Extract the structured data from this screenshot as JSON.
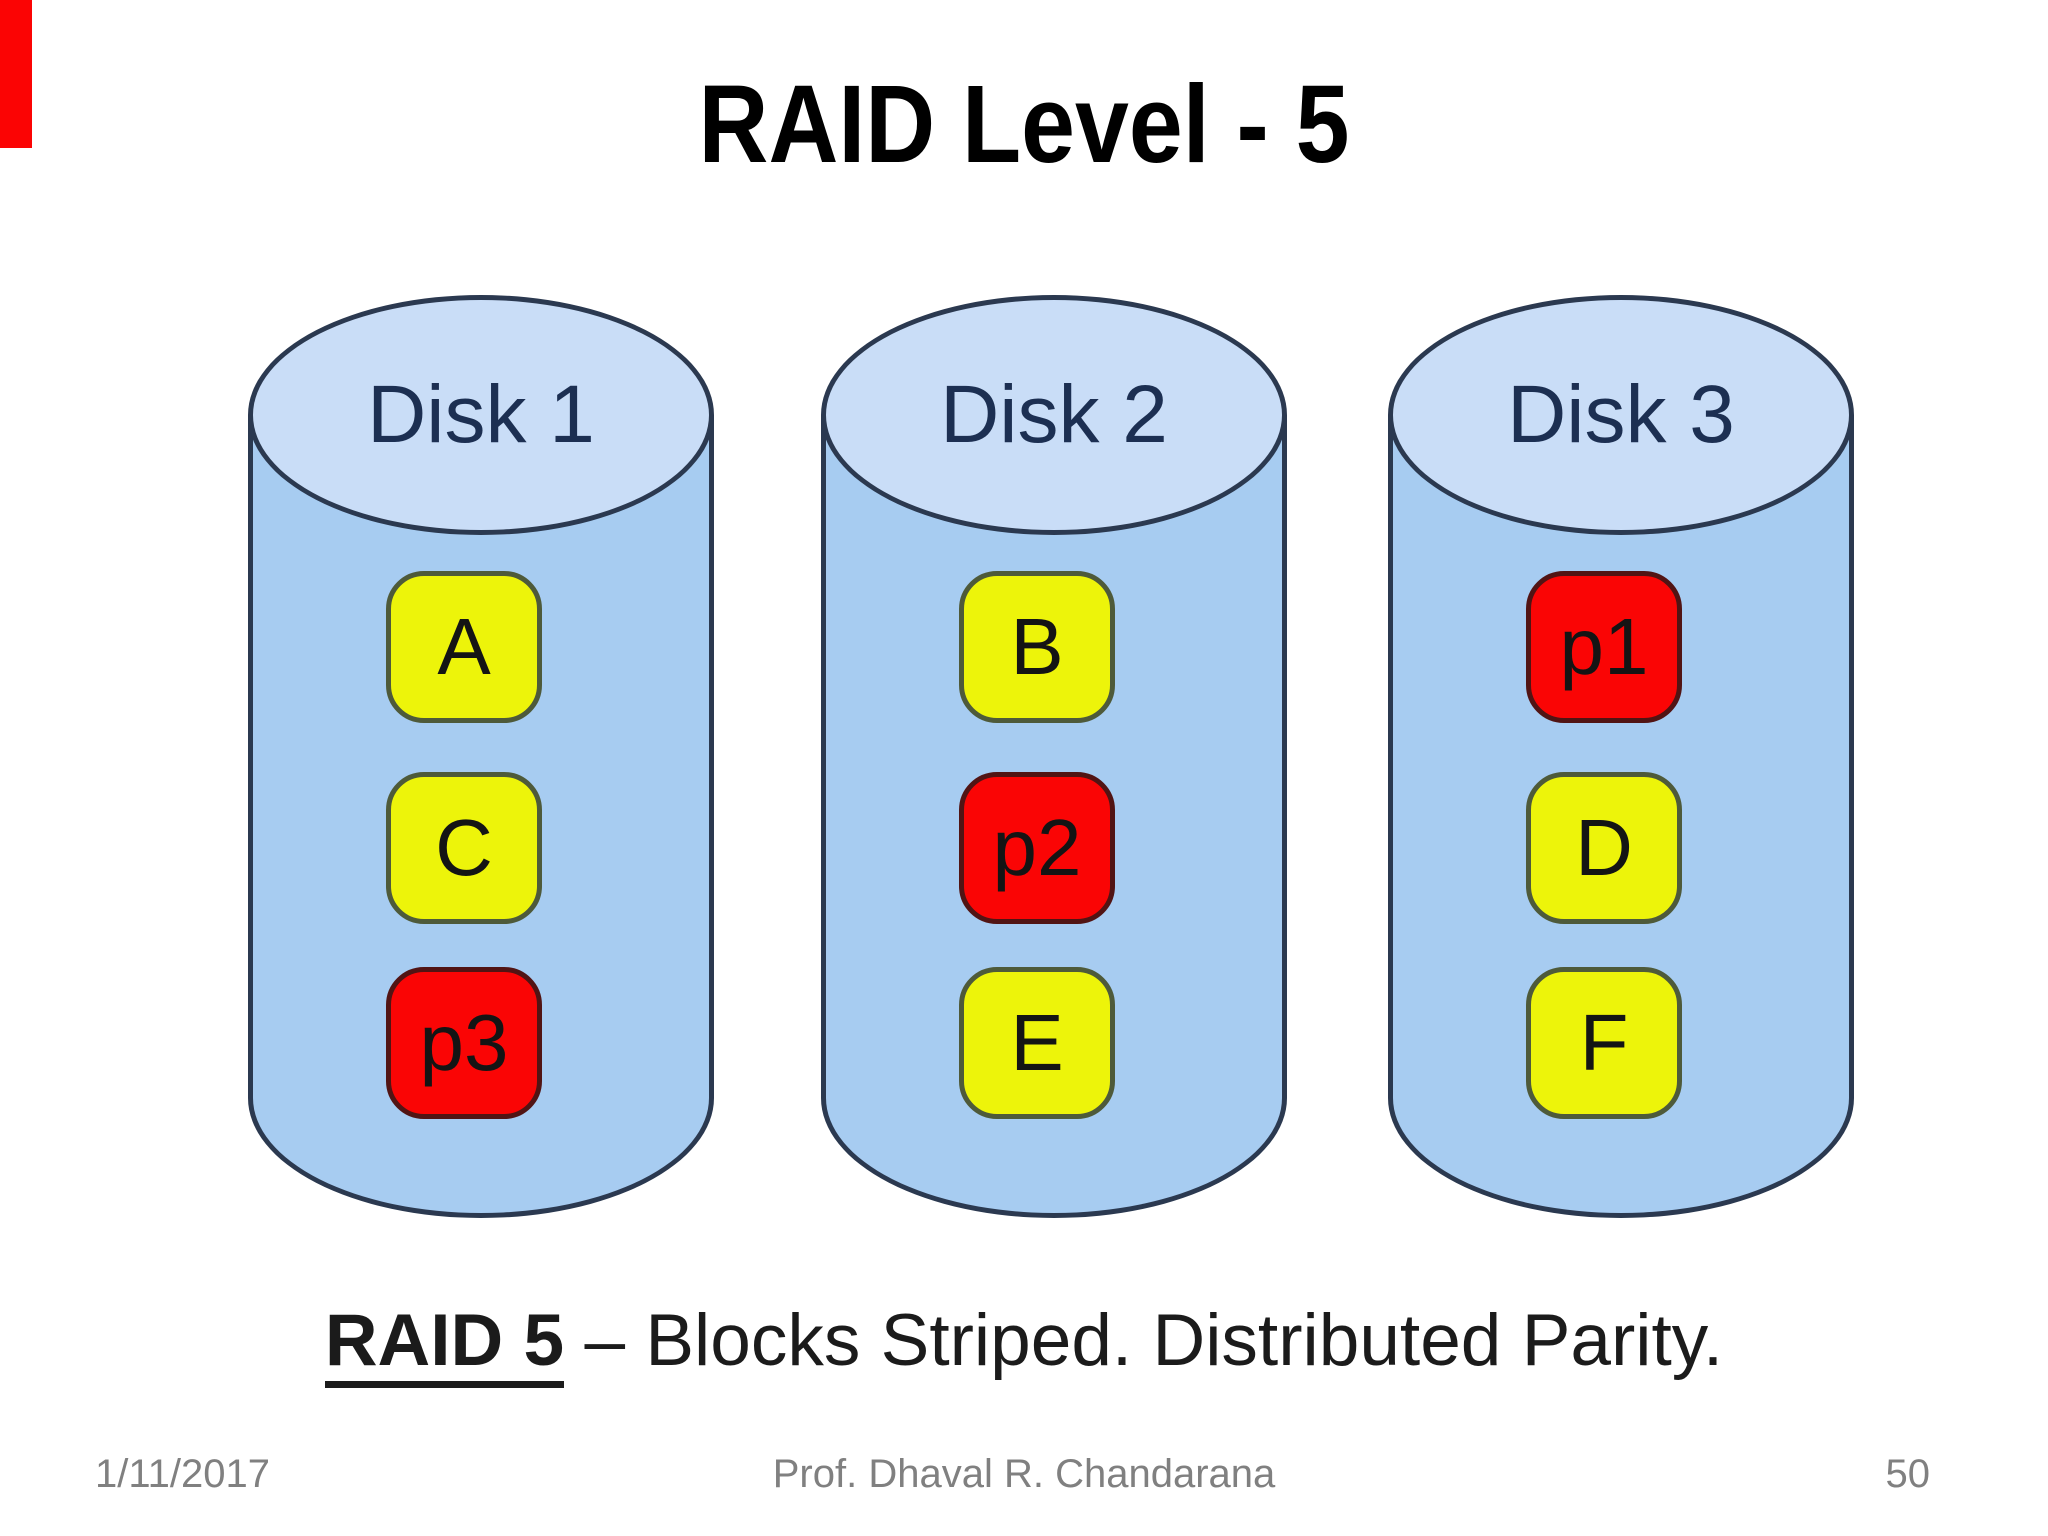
{
  "slide": {
    "title": "RAID Level - 5",
    "caption": {
      "lead": "RAID 5",
      "rest": " – Blocks Striped. Distributed Parity."
    },
    "footer": {
      "date": "1/11/2017",
      "author": "Prof. Dhaval R. Chandarana",
      "page_number": "50"
    }
  },
  "diagram": {
    "disks": [
      {
        "name": "Disk 1",
        "blocks": [
          {
            "label": "A",
            "type": "data"
          },
          {
            "label": "C",
            "type": "data"
          },
          {
            "label": "p3",
            "type": "parity"
          }
        ]
      },
      {
        "name": "Disk 2",
        "blocks": [
          {
            "label": "B",
            "type": "data"
          },
          {
            "label": "p2",
            "type": "parity"
          },
          {
            "label": "E",
            "type": "data"
          }
        ]
      },
      {
        "name": "Disk 3",
        "blocks": [
          {
            "label": "p1",
            "type": "parity"
          },
          {
            "label": "D",
            "type": "data"
          },
          {
            "label": "F",
            "type": "data"
          }
        ]
      }
    ]
  },
  "colors": {
    "data_block_fill": "#edf40a",
    "parity_block_fill": "#fa0505",
    "cylinder_body_fill": "#a7ccf1",
    "cylinder_top_fill": "#c9ddf7",
    "outline": "#2b3950",
    "disk_label_text": "#1c2f52",
    "footer_text": "#808080",
    "corner_mark": "#fb0404"
  }
}
